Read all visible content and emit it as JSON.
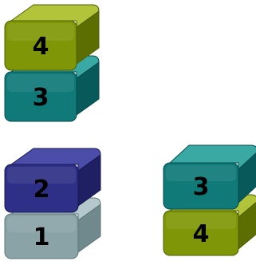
{
  "colors": {
    "olive": {
      "front": "#7f9606",
      "top": "#b1c43a",
      "side": "#5c6e02",
      "edge": "#4f5f00"
    },
    "teal": {
      "front": "#0f7a78",
      "top": "#3aa8a3",
      "side": "#07595a",
      "edge": "#044c4d"
    },
    "navy": {
      "front": "#2e2f86",
      "top": "#4b4da8",
      "side": "#1f2063",
      "edge": "#181955"
    },
    "gray": {
      "front": "#89a3a7",
      "top": "#b5c8cb",
      "side": "#6f898d",
      "edge": "#5d7679"
    }
  },
  "blocks": [
    {
      "id": "block-4-top-left",
      "label": "4",
      "color": "olive"
    },
    {
      "id": "block-3-top-left",
      "label": "3",
      "color": "teal"
    },
    {
      "id": "block-2-bottom-left",
      "label": "2",
      "color": "navy"
    },
    {
      "id": "block-1-bottom-left",
      "label": "1",
      "color": "gray"
    },
    {
      "id": "block-3-bottom-right",
      "label": "3",
      "color": "teal"
    },
    {
      "id": "block-4-bottom-right",
      "label": "4",
      "color": "olive"
    }
  ]
}
